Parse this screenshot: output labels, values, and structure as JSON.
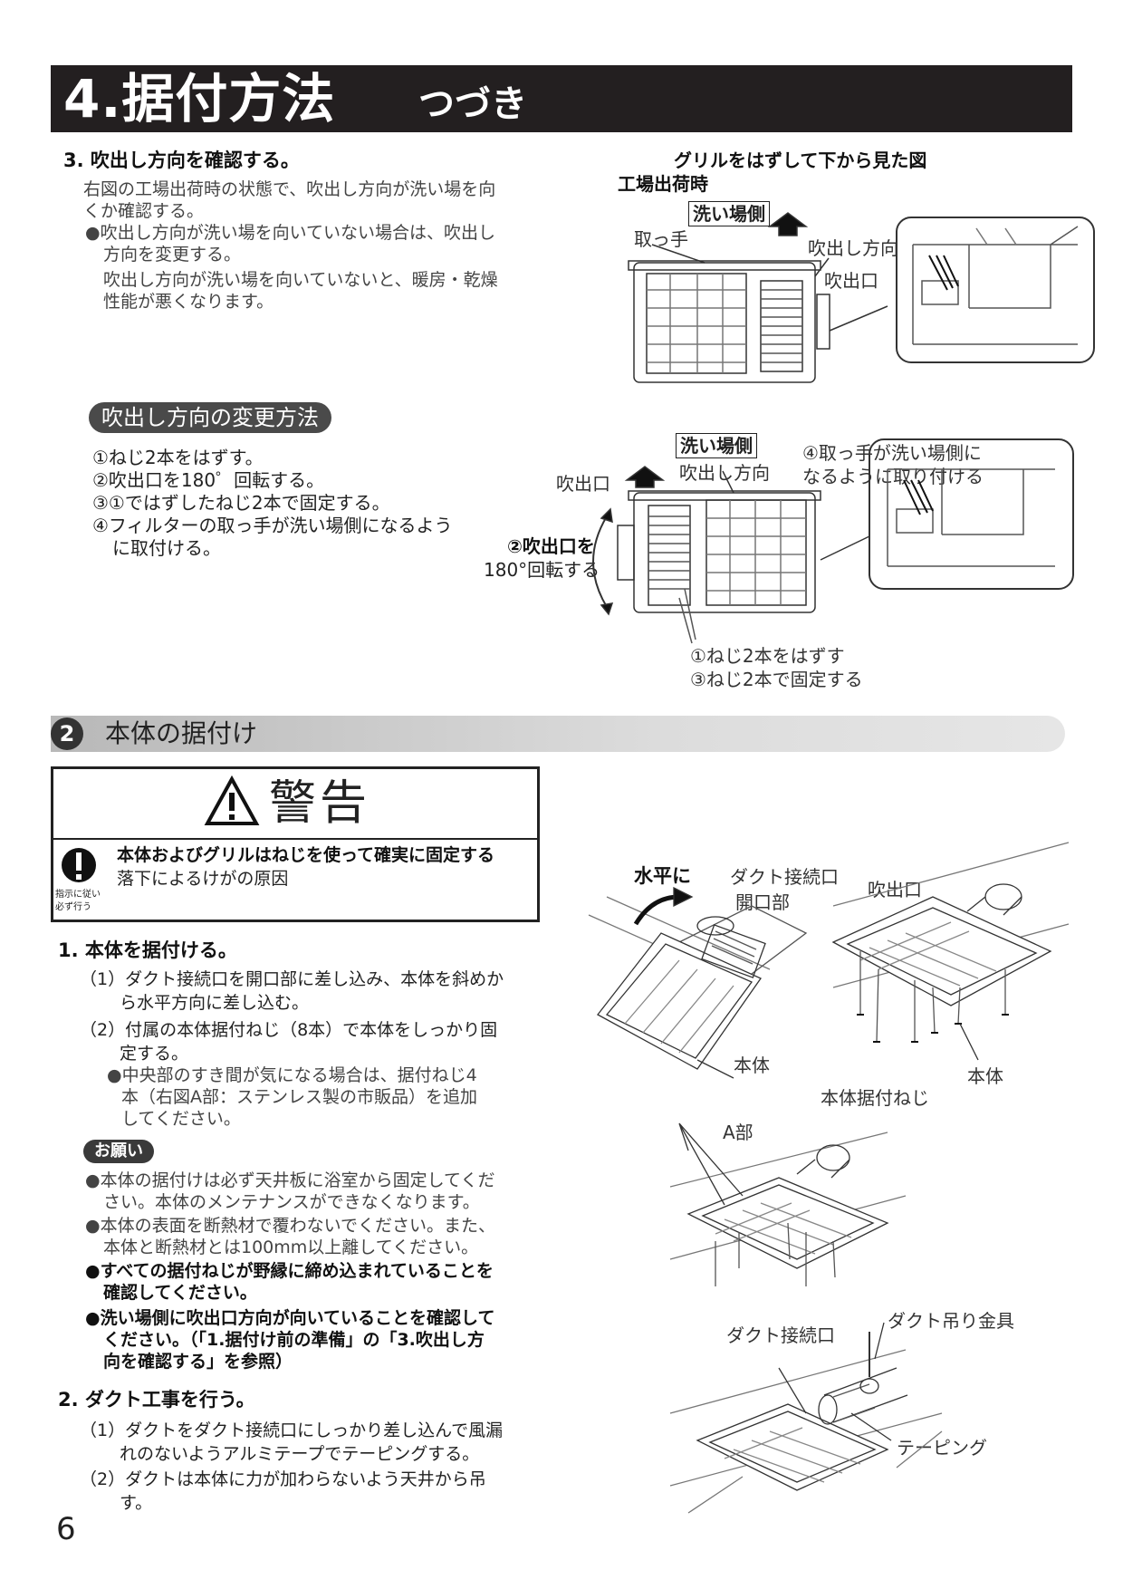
{
  "header": {
    "title_main": "4.据付方法",
    "title_sub": "つづき"
  },
  "step3": {
    "heading": "3. 吹出し方向を確認する。",
    "lines": [
      "右図の工場出荷時の状態で、吹出し方向が洗い場を向",
      "くか確認する。",
      "●吹出し方向が洗い場を向いていない場合は、吹出し",
      "方向を変更する。",
      "吹出し方向が洗い場を向いていないと、暖房・乾燥",
      "性能が悪くなります。"
    ]
  },
  "change": {
    "pill": "吹出し方向の変更方法",
    "steps": [
      "①ねじ2本をはずす。",
      "②吹出口を180゜回転する。",
      "③①ではずしたねじ2本で固定する。",
      "④フィルターの取っ手が洗い場側になるよう",
      "に取付ける。"
    ]
  },
  "fig1": {
    "caption1": "グリルをはずして下から見た図",
    "caption2": "工場出荷時",
    "side_label": "洗い場側",
    "handle": "取っ手",
    "direction": "吹出し方向",
    "outlet": "吹出口"
  },
  "fig2": {
    "side_label": "洗い場側",
    "direction": "吹出し方向",
    "outlet": "吹出口",
    "note4_line1": "④取っ手が洗い場側に",
    "note4_line2": "なるように取り付ける",
    "rotate_line1": "②吹出口を",
    "rotate_line2": "180°回転する",
    "screw1": "①ねじ2本をはずす",
    "screw3": "③ねじ2本で固定する"
  },
  "section2": {
    "number": "2",
    "title": "本体の据付け"
  },
  "warning": {
    "title": "警告",
    "main": "本体およびグリルはねじを使って確実に固定する",
    "sub": "落下によるけがの原因",
    "icon_label1": "指示に従い",
    "icon_label2": "必ず行う"
  },
  "install": {
    "heading1": "1. 本体を据付ける。",
    "s1_line1": "（1）ダクト接続口を開口部に差し込み、本体を斜めか",
    "s1_line2": "ら水平方向に差し込む。",
    "s2_line1": "（2）付属の本体据付ねじ（8本）で本体をしっかり固",
    "s2_line2": "定する。",
    "s2_note1": "●中央部のすき間が気になる場合は、据付ねじ4",
    "s2_note2": "本（右図A部：ステンレス製の市販品）を追加",
    "s2_note3": "してください。",
    "onegai": "お願い",
    "onegai_lines": [
      "●本体の据付けは必ず天井板に浴室から固定してくだ",
      "さい。本体のメンテナンスができなくなります。",
      "●本体の表面を断熱材で覆わないでください。また、",
      "本体と断熱材とは100mm以上離してください。"
    ],
    "onegai_bold": [
      "●すべての据付ねじが野縁に締め込まれていることを",
      "確認してください。",
      "●洗い場側に吹出口方向が向いていることを確認して",
      "ください。（「1.据付け前の準備」の「3.吹出し方",
      "向を確認する」を参照）"
    ],
    "heading2": "2. ダクト工事を行う。",
    "d1_line1": "（1）ダクトをダクト接続口にしっかり差し込んで風漏",
    "d1_line2": "れのないようアルミテープでテーピングする。",
    "d2_line1": "（2）ダクトは本体に力が加わらないよう天井から吊",
    "d2_line2": "す。"
  },
  "fig3": {
    "horizontal": "水平に",
    "duct_port": "ダクト接続口",
    "opening": "開口部",
    "body": "本体",
    "outlet": "吹出口",
    "body2": "本体",
    "screws": "本体据付ねじ"
  },
  "fig4": {
    "a_part": "A部"
  },
  "fig5": {
    "duct_port": "ダクト接続口",
    "hanger": "ダクト吊り金具",
    "taping": "テーピング"
  },
  "page_number": "6"
}
